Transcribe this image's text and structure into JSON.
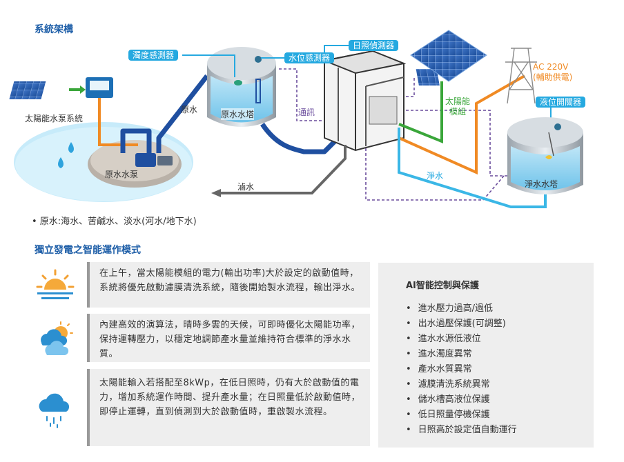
{
  "titles": {
    "architecture": "系統架構",
    "modes": "獨立發電之智能運作模式"
  },
  "diagram": {
    "tags": {
      "turbidity_sensor": "濁度感測器",
      "level_sensor": "水位感測器",
      "sun_sensor": "日照偵測器",
      "float_switch": "液位開關器"
    },
    "labels": {
      "solar_pump_system": "太陽能水泵系統",
      "raw_water_pump": "原水水泵",
      "raw_water": "原水",
      "raw_water_tower": "原水水塔",
      "comm": "通訊",
      "solar_module": "太陽能\n模組",
      "ac_line1": "AC 220V",
      "ac_line2": "(輔助供電)",
      "pure_water": "淨水",
      "pure_water_tower": "淨水水塔",
      "brine": "滷水"
    },
    "colors": {
      "tag_bg": "#25a9e0",
      "raw_pipe": "#1f4fa0",
      "pure_pipe": "#3bb7e6",
      "solar_line": "#3aa63a",
      "ac_line": "#f08a24",
      "brine_arrow": "#666666",
      "comm_line": "#6a4c9c"
    }
  },
  "note": "• 原水:海水、苦鹹水、淡水(河水/地下水)",
  "modes": [
    {
      "icon": "sunrise-icon",
      "text": "在上午，當太陽能模組的電力(輸出功率)大於設定的啟動值時，系統將優先啟動濾膜清洗系統，隨後開始製水流程，輸出淨水。"
    },
    {
      "icon": "partly-cloudy-icon",
      "text": "內建高效的演算法，晴時多雲的天候，可即時優化太陽能功率，保持運轉壓力，以穩定地調節產水量並維持符合標準的淨水水質。"
    },
    {
      "icon": "rain-cloud-icon",
      "text": "太陽能輸入若搭配至8kWp，在低日照時，仍有大於啟動值的電力，增加系統運作時間、提升產水量；在日照量低於啟動值時，即停止運轉，直到偵測到大於啟動值時，重啟製水流程。"
    }
  ],
  "ai_panel": {
    "title": "AI智能控制與保護",
    "items": [
      "進水壓力過高/過低",
      "出水過壓保護(可調整)",
      "進水水源低液位",
      "進水濁度異常",
      "產水水質異常",
      "濾膜清洗系統異常",
      "儲水槽高液位保護",
      "低日照量停機保護",
      "日照高於設定值自動運行"
    ]
  }
}
